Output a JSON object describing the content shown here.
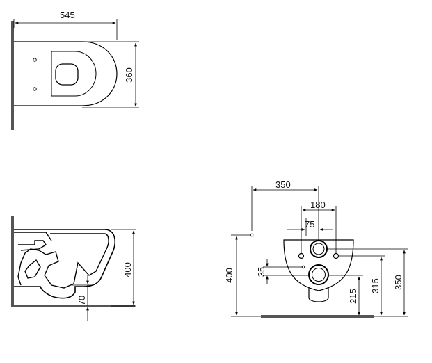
{
  "colors": {
    "line": "#000000",
    "wall": "#555555",
    "floor": "#555555",
    "background": "#ffffff"
  },
  "top_view": {
    "width_dim": "545",
    "depth_dim": "360"
  },
  "side_view": {
    "height_dim": "400",
    "clearance_dim": "70"
  },
  "rear_view": {
    "offset_dim": "350",
    "bolt_spacing_dim": "180",
    "pipe_offset_dim": "75",
    "total_height_dim": "400",
    "small_offset_dim": "35",
    "outlet_height_dim": "215",
    "inlet_height_dim": "315",
    "bolt_height_dim": "350"
  }
}
